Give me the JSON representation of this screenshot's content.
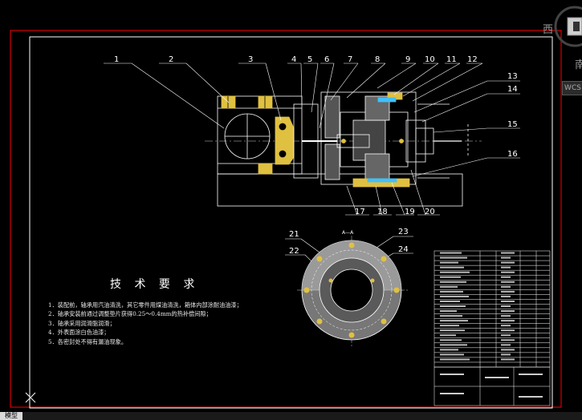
{
  "colors": {
    "background": "#000000",
    "sheet_border": "#ff0000",
    "frame": "#ffffff",
    "leader": "#ffffff",
    "hatch_yellow": "#e0c040",
    "accent_green": "#40ff40",
    "accent_blue": "#4a7cff",
    "accent_cyan": "#40c0ff"
  },
  "balloons": [
    "1",
    "2",
    "3",
    "4",
    "5",
    "6",
    "7",
    "8",
    "9",
    "10",
    "11",
    "12",
    "13",
    "14",
    "15",
    "16",
    "17",
    "18",
    "19",
    "20",
    "21",
    "22",
    "23",
    "24"
  ],
  "section_label": "A—A",
  "tech_requirements": {
    "title": "技 术 要 求",
    "items": [
      "1．装配前，轴承用汽油清洗，其它零件用煤油清洗，箱体内部涂耐油油漆；",
      "2．轴承安装前通过调整垫片获得0.25～0.4mm的热补偿间隙；",
      "3．轴承采用润滑脂润滑；",
      "4．外表面涂白色油漆；",
      "5．各密封处不得有漏油现象。"
    ]
  },
  "viewcube": {
    "west_label": "西",
    "south_label": "南",
    "wcs_label": "WCS"
  },
  "layout_tab": "模型",
  "ucs_icon": "ucs-icon"
}
